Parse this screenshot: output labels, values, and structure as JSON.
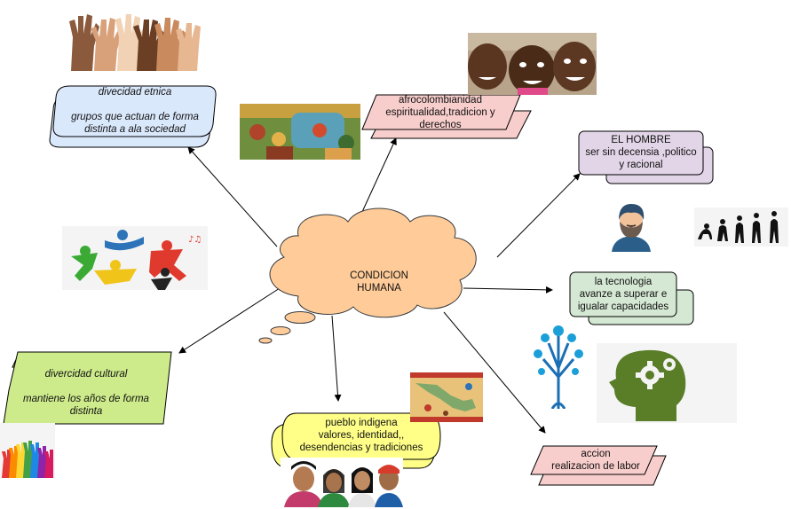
{
  "center": {
    "line1": "CONDICION",
    "line2": "HUMANA"
  },
  "nodes": {
    "etnica": {
      "title": "divecidad etnica",
      "line1": "grupos que actuan de forma",
      "line2": "distinta a ala sociedad"
    },
    "afro": {
      "line1": "afrocolombianidad",
      "line2": "espiritualidad,tradicion y",
      "line3": "derechos"
    },
    "hombre": {
      "line1": "EL HOMBRE",
      "line2": "ser sin decensia ,politico",
      "line3": "y racional"
    },
    "tecnologia": {
      "line1": "la tecnologia",
      "line2": "avanze a superar e",
      "line3": "igualar capacidades"
    },
    "accion": {
      "line1": "accion",
      "line2": "realizacion de labor"
    },
    "indigena": {
      "line1": "pueblo indigena",
      "line2": "valores, identidad,,",
      "line3": "desendencias y tradiciones"
    },
    "cultural": {
      "title": "divercidad cultural",
      "line1": "mantiene los años de forma",
      "line2": "distinta"
    }
  },
  "colors": {
    "cloud_fill": "#ffcc99",
    "cloud_stroke": "#36393d",
    "etnica_fill": "#dae8fc",
    "afro_fill": "#f8cecc",
    "hombre_fill": "#e1d5e7",
    "tecnologia_fill": "#d5e8d4",
    "accion_fill": "#f8cecc",
    "indigena_fill": "#ffff88",
    "cultural_fill": "#cdeb8b"
  },
  "icons": [
    "raised-hands-image",
    "children-smiling-image",
    "indigenous-mural-image",
    "colorful-people-logo-image",
    "bearded-man-icon",
    "evolution-silhouettes-image",
    "tech-tree-icon",
    "gear-head-icon",
    "mexico-map-image",
    "indigenous-people-image",
    "colorful-hands-image"
  ]
}
